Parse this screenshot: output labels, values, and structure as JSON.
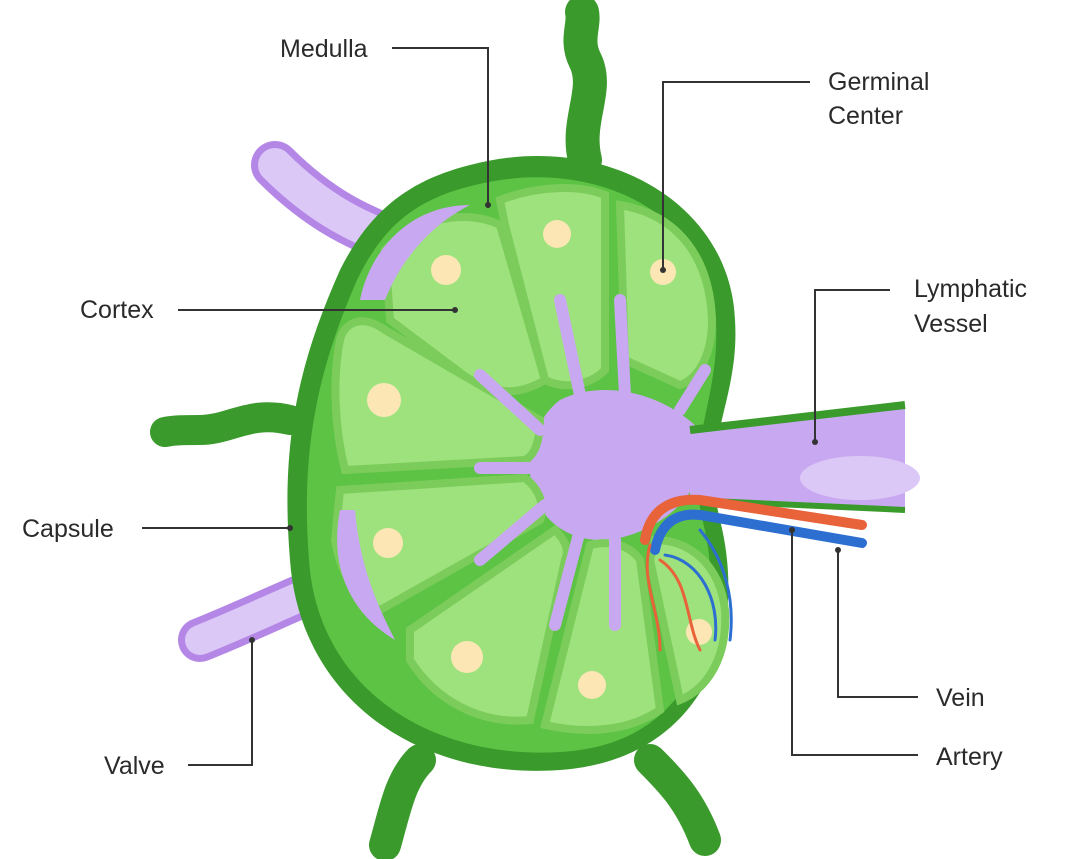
{
  "labels": {
    "medulla": "Medulla",
    "germinal_line1": "Germinal",
    "germinal_line2": "Center",
    "lymphatic_line1": "Lymphatic",
    "lymphatic_line2": "Vessel",
    "cortex": "Cortex",
    "capsule": "Capsule",
    "valve": "Valve",
    "vein": "Vein",
    "artery": "Artery"
  },
  "colors": {
    "capsule_dark": "#3a9a2c",
    "capsule_mid": "#4fb83a",
    "cortex_light": "#9ee27e",
    "lobe_edge": "#7ccc5c",
    "medulla_purple": "#c8a8f0",
    "purple_light": "#dcc8f7",
    "germinal_center": "#fbe6b4",
    "artery_red": "#e8623a",
    "vein_blue": "#2c6fd1",
    "text": "#2a2a2a"
  }
}
